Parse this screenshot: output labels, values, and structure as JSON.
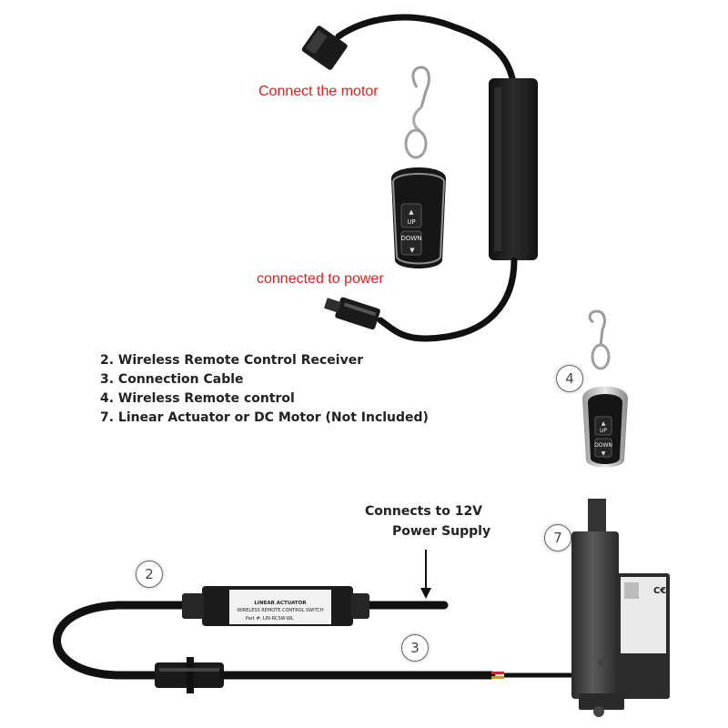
{
  "labels": {
    "connect_motor": "Connect the motor",
    "connected_power": "connected to power"
  },
  "remote": {
    "up": "UP",
    "down": "DOWN"
  },
  "legend": [
    "2. Wireless Remote Control Receiver",
    "3. Connection Cable",
    "4. Wireless Remote control",
    "7. Linear Actuator or DC Motor (Not Included)"
  ],
  "callouts": {
    "remote": "4",
    "receiver": "2",
    "cable": "3",
    "actuator": "7"
  },
  "power_note": {
    "line1": "Connects to 12V",
    "line2": "Power Supply"
  },
  "receiver_box": {
    "line1": "LINEAR ACTUATOR",
    "line2": "WIRELESS REMOTE CONTROL SWITCH",
    "line3": "Part #: LIN-RCSW-WL"
  },
  "colors": {
    "label_red": "#e02020",
    "cable": "#111111",
    "device": "#1e1e1e"
  }
}
